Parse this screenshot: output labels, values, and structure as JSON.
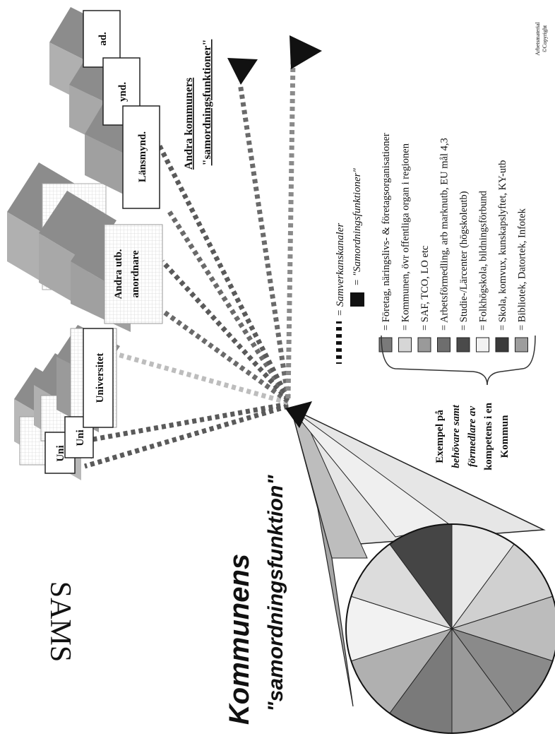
{
  "logo": {
    "text": "SAMS"
  },
  "main_title": {
    "line1": "Kommunens",
    "line2": "\"samordningsfunktion\""
  },
  "cone_caption": {
    "line1": "Exempel på",
    "line2": "behövare samt",
    "line3": "förmedlare av",
    "line4": "kompetens i en",
    "line5": "Kommun"
  },
  "boxes": {
    "universitet_1": "Uni",
    "universitet_2": "Uni",
    "universitet_3": "Universitet",
    "andra_utb_line1": "Andra utb.",
    "andra_utb_line2": "anordnare",
    "lansmynd_1": "ad.",
    "lansmynd_2": "ynd.",
    "lansmynd_3": "Länsmynd."
  },
  "other_municipalities": {
    "line1": "Andra kommuners",
    "line2": "\"samordningsfunktioner\""
  },
  "legend": {
    "channels": "= Samverkanskanaler",
    "functions": "= \"Samordningsfunktioner\"",
    "items": [
      {
        "color": "#7a7a7a",
        "label": "= Företag, näringslivs- & företagsorganisationer"
      },
      {
        "color": "#d6d6d6",
        "label": "= Kommunen, övr offentliga organ i regionen"
      },
      {
        "color": "#9a9a9a",
        "label": "= SAF, TCO, LO etc"
      },
      {
        "color": "#6e6e6e",
        "label": "= Arbetsförmedling, arb marknutb, EU mål 4,3"
      },
      {
        "color": "#4a4a4a",
        "label": "= Studie-/Lärcenter (högskoleutb)"
      },
      {
        "color": "#f2f2f2",
        "label": "= Folkhögskola, bildningsförbund"
      },
      {
        "color": "#3a3a3a",
        "label": "= Skola, komvux, kunskapslyftet, KY-utb"
      },
      {
        "color": "#9d9d9d",
        "label": "= Bibliotek, Datortek, Infotek"
      }
    ]
  },
  "copyright": {
    "line1": "Arbetsmaterial",
    "line2": "©Copyright"
  },
  "colors": {
    "dots_dark": "#5a5a5a",
    "dots_light": "#bdbdbd",
    "slice_shades": [
      "#e8e8e8",
      "#d0d0d0",
      "#bcbcbc",
      "#8a8a8a",
      "#9a9a9a",
      "#7a7a7a",
      "#b0b0b0",
      "#f2f2f2",
      "#dcdcdc",
      "#454545"
    ]
  }
}
